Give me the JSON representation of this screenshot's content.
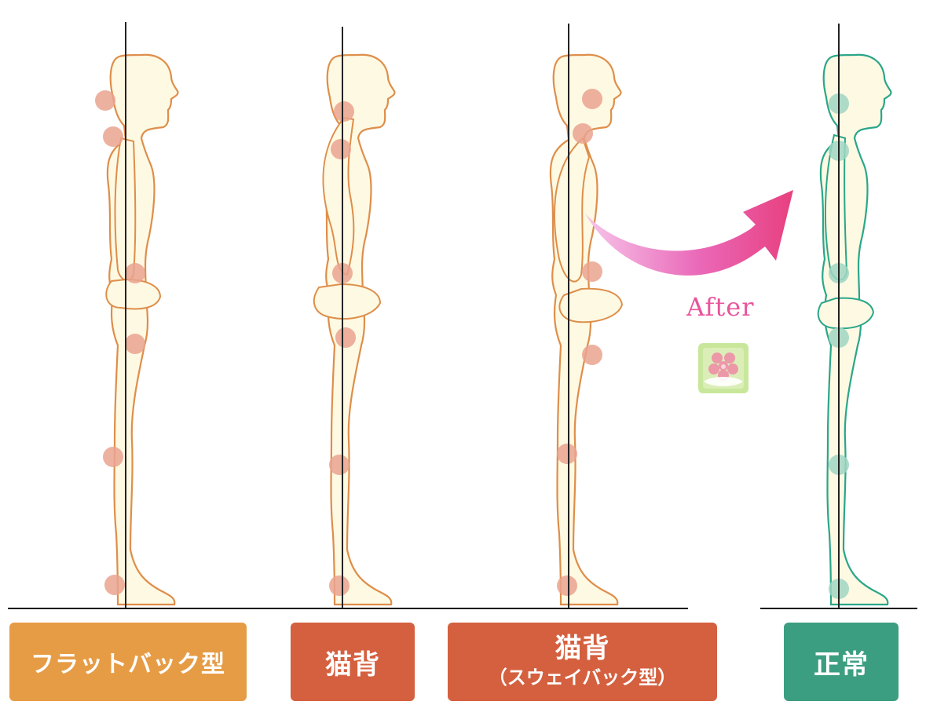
{
  "colors": {
    "orange": "#e69c45",
    "red": "#d4603f",
    "teal": "#3c9e80",
    "figure_fill": "#fef9e2",
    "figure_stroke_orange": "#de8e4b",
    "figure_stroke_teal": "#2aa68a",
    "joint_orange": "#eaa38f",
    "joint_teal": "#9fd6c2",
    "arrow_start": "#f2b4e0",
    "arrow_end": "#e8407f",
    "after_text": "#e8559a"
  },
  "figures": [
    {
      "id": "flat-back",
      "label": "フラットバック型",
      "label_color": "orange"
    },
    {
      "id": "nekoze",
      "label": "猫背",
      "label_color": "red"
    },
    {
      "id": "sway-back",
      "label_line1": "猫背",
      "label_line2": "（スウェイバック型）",
      "label_color": "red"
    },
    {
      "id": "normal",
      "label": "正常",
      "label_color": "teal"
    }
  ],
  "annotation": {
    "after": "After",
    "arrow_icon": "curved-arrow-icon",
    "logo_icon": "flower-hand-logo"
  }
}
